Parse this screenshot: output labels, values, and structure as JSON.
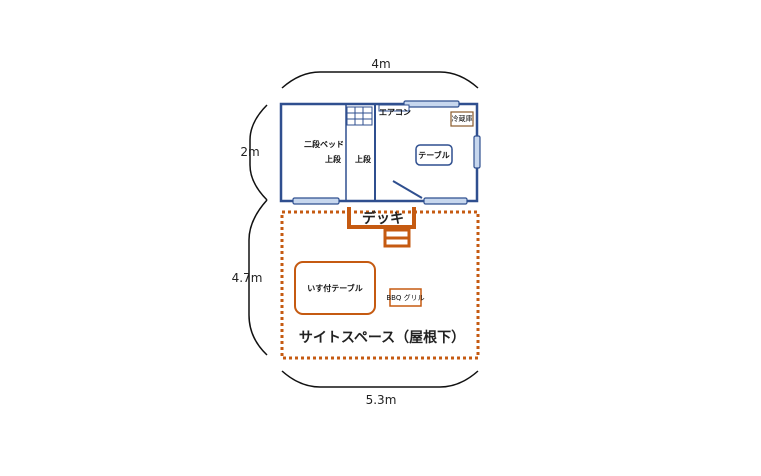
{
  "dimensions": {
    "top_width": "4m",
    "bottom_width": "5.3m",
    "left_upper_height": "2m",
    "left_lower_height": "4.7m"
  },
  "cabin": {
    "bunk_bed": "二段ベッド",
    "upper_left": "上段",
    "upper_right": "上段",
    "aircon": "エアコン",
    "fridge": "冷蔵庫",
    "table": "テーブル"
  },
  "deck": {
    "label": "デッキ"
  },
  "site": {
    "table_with_chairs": "いす付テーブル",
    "bbq_grill": "BBQ グリル",
    "site_space_label": "サイトスペース（屋根下）"
  },
  "colors": {
    "cabin_outline": "#2f4f8f",
    "window_fill": "#c7d7ee",
    "site_outline": "#c55a11",
    "deck_fill": "#ffffff",
    "dimension_line": "#111111"
  }
}
